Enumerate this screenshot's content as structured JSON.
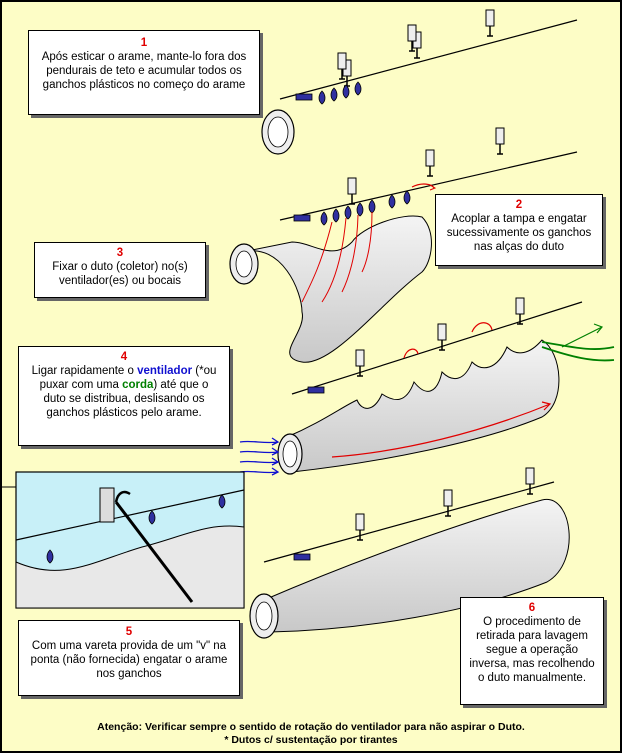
{
  "steps": [
    {
      "num": "1",
      "text": "Após esticar o arame, mante-lo fora dos pendurais de teto e acumular todos os ganchos plásticos no começo do arame"
    },
    {
      "num": "2",
      "text": "Acoplar a tampa e engatar sucessivamente os ganchos nas alças do duto"
    },
    {
      "num": "3",
      "text": "Fixar o duto (coletor) no(s) ventilador(es) ou bocais"
    },
    {
      "num": "4",
      "text_a": "Ligar rapidamente o ",
      "ventilador": "ventilador",
      "text_b": " (*ou puxar com uma ",
      "corda": "corda",
      "text_c": ") até que o duto se distribua, deslisando os ganchos plásticos pelo arame."
    },
    {
      "num": "5",
      "text": "Com uma vareta provida de um \"v\" na ponta (não fornecida) engatar o arame nos ganchos"
    },
    {
      "num": "6",
      "text": "O procedimento de retirada para lavagem segue a operação inversa, mas recolhendo o duto manualmente."
    }
  ],
  "footer": {
    "line1": "Atenção: Verificar sempre o sentido de rotação do ventilador para não aspirar o Duto.",
    "line2": "* Dutos c/ sustentação por tirantes"
  },
  "colors": {
    "background": "#fdfdc6",
    "step_number": "#e00000",
    "arrow": "#e00000",
    "air": "#1010d0",
    "rope": "#008000",
    "duct": "#dcdcdc"
  }
}
